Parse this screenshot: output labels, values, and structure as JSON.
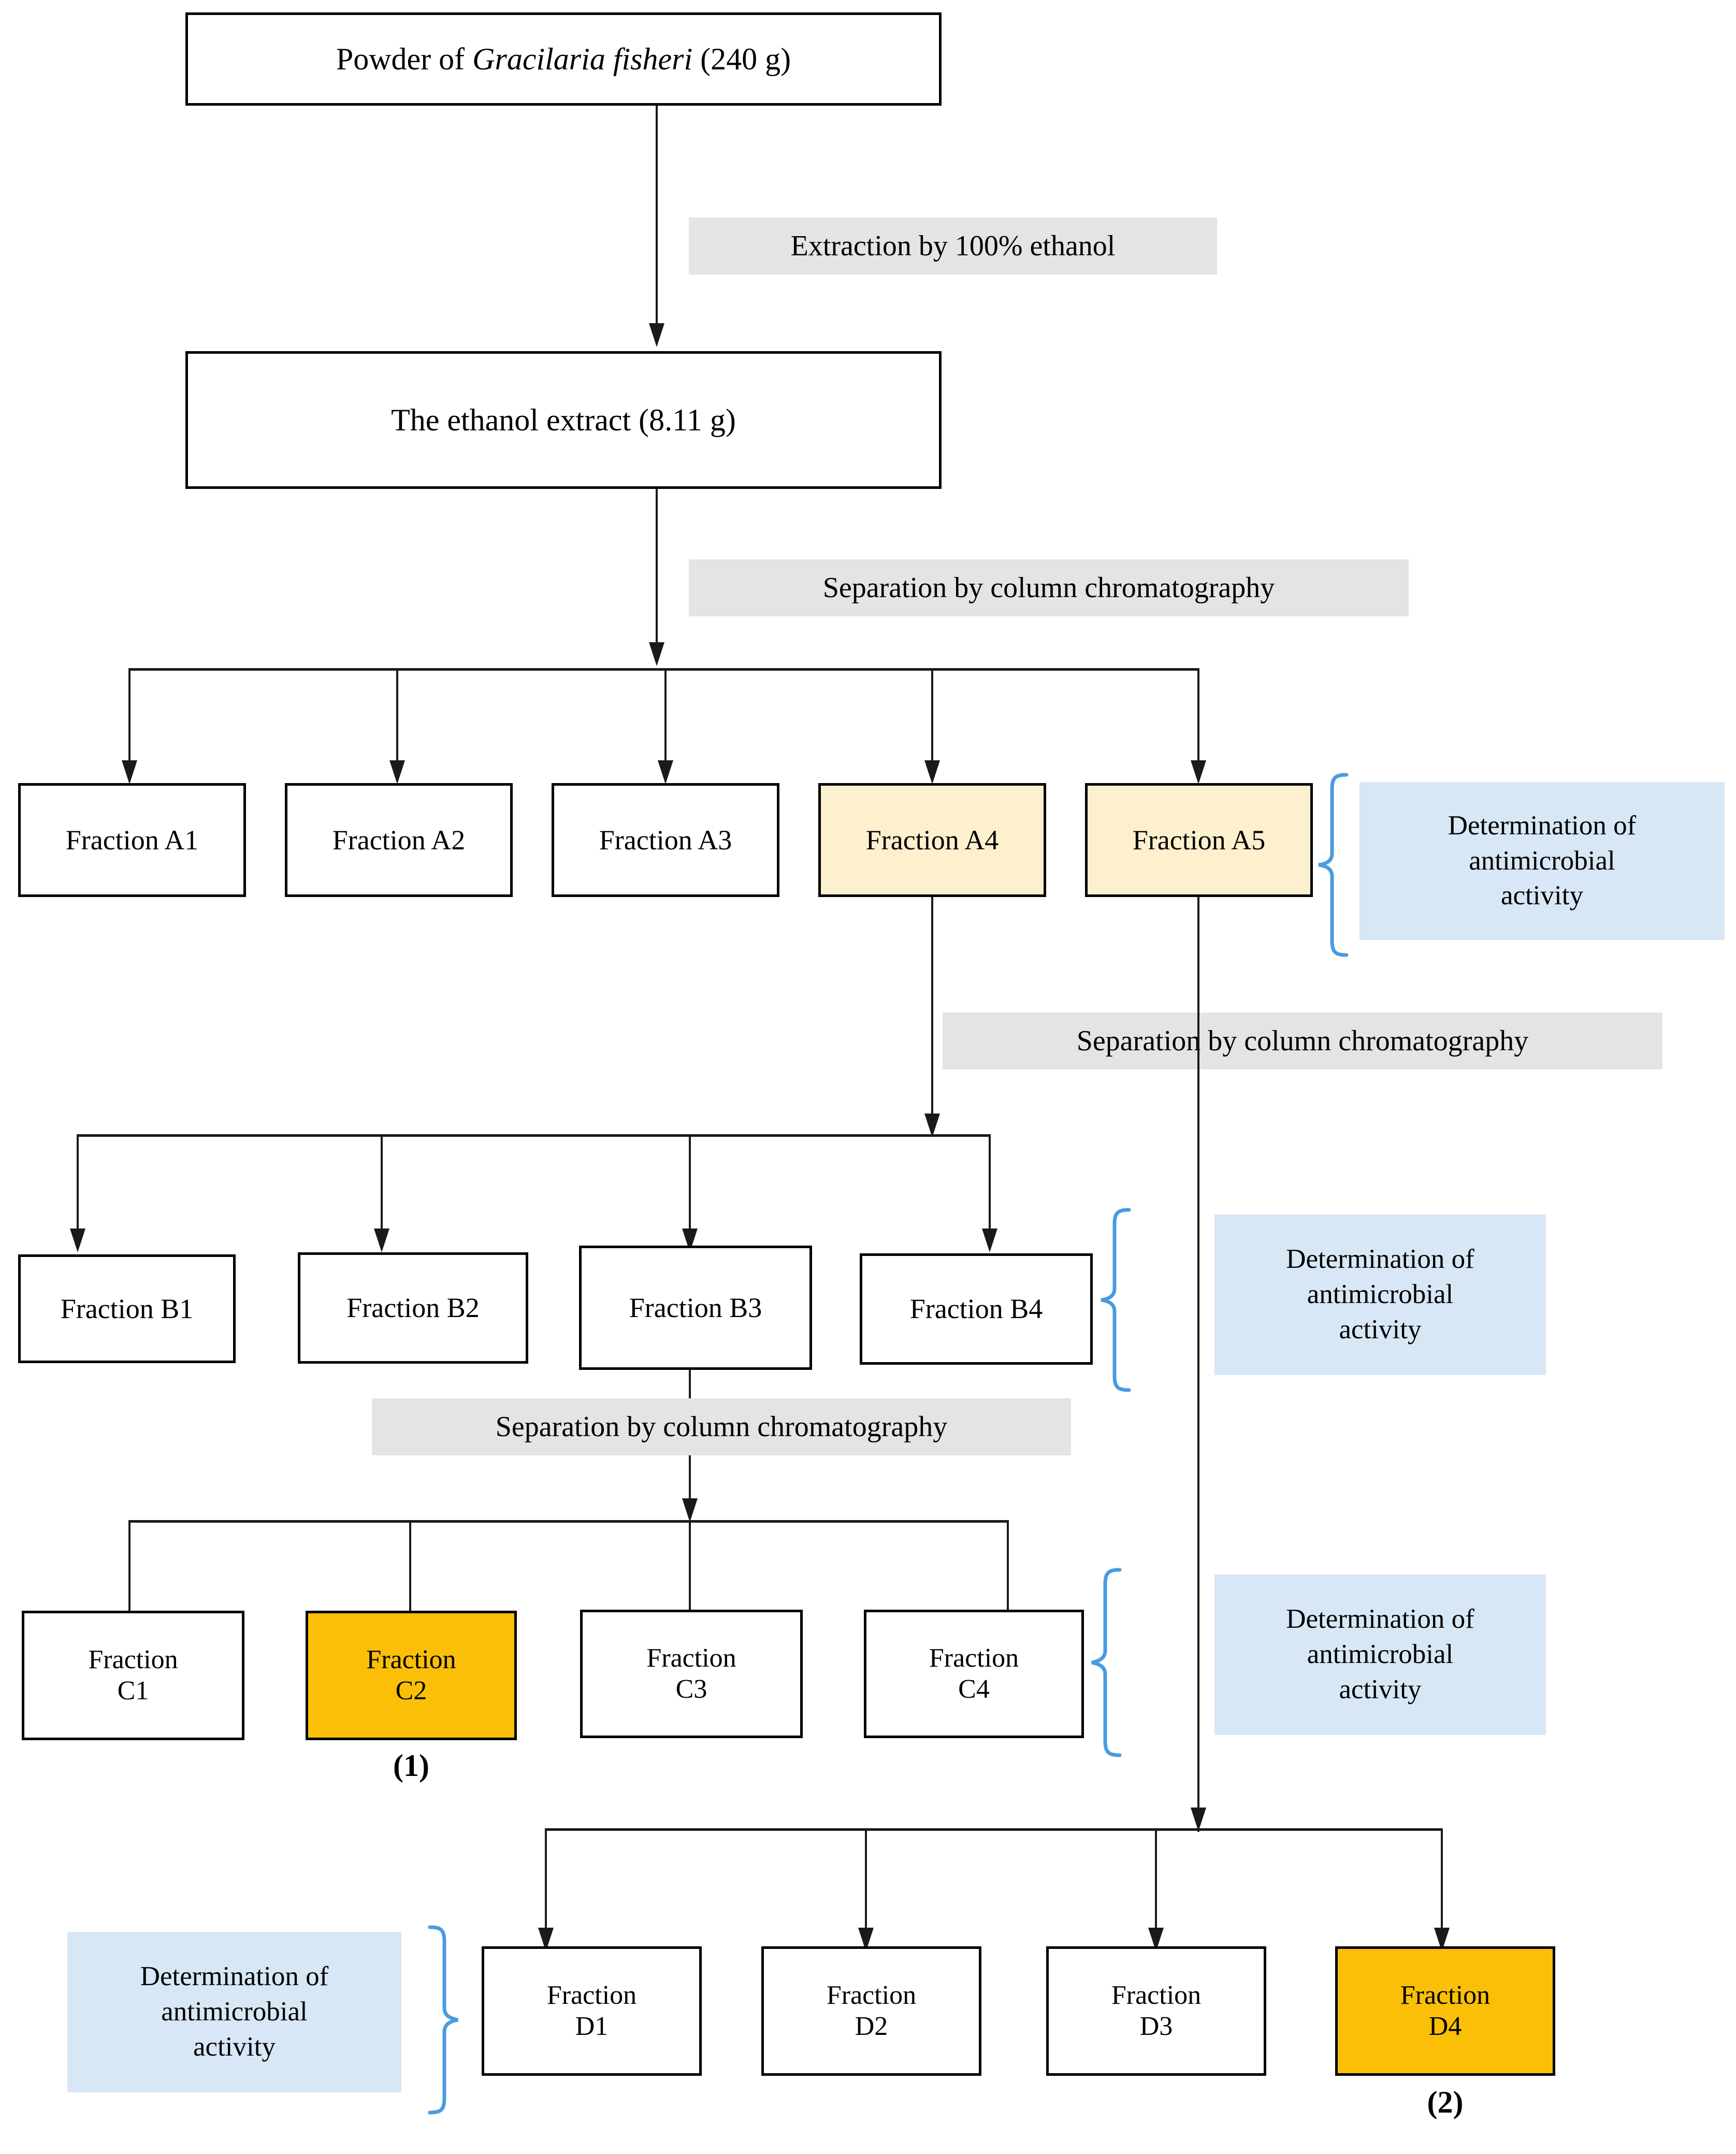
{
  "diagram": {
    "title_node": {
      "text_prefix": "Powder of ",
      "text_italic": "Gracilaria fisheri",
      "text_suffix": " (240 g)"
    },
    "extract_node": {
      "label": "The ethanol extract (8.11 g)"
    },
    "process_labels": {
      "extraction": "Extraction by 100% ethanol",
      "separation_a": "Separation by column chromatography",
      "separation_b": "Separation by column chromatography",
      "separation_c": "Separation by column chromatography"
    },
    "determination_label": "Determination of\nantimicrobial\nactivity",
    "fractions_a": [
      {
        "label": "Fraction A1",
        "fill": "white"
      },
      {
        "label": "Fraction A2",
        "fill": "white"
      },
      {
        "label": "Fraction A3",
        "fill": "white"
      },
      {
        "label": "Fraction A4",
        "fill": "cream"
      },
      {
        "label": "Fraction A5",
        "fill": "cream"
      }
    ],
    "fractions_b": [
      {
        "label": "Fraction B1",
        "fill": "white"
      },
      {
        "label": "Fraction B2",
        "fill": "white"
      },
      {
        "label": "Fraction B3",
        "fill": "white"
      },
      {
        "label": "Fraction B4",
        "fill": "white"
      }
    ],
    "fractions_c": [
      {
        "label": "Fraction\nC1",
        "fill": "white"
      },
      {
        "label": "Fraction\nC2",
        "fill": "orange"
      },
      {
        "label": "Fraction\nC3",
        "fill": "white"
      },
      {
        "label": "Fraction\nC4",
        "fill": "white"
      }
    ],
    "fractions_d": [
      {
        "label": "Fraction\nD1",
        "fill": "white"
      },
      {
        "label": "Fraction\nD2",
        "fill": "white"
      },
      {
        "label": "Fraction\nD3",
        "fill": "white"
      },
      {
        "label": "Fraction\nD4",
        "fill": "orange"
      }
    ],
    "compound_captions": {
      "compound_1": "(1)",
      "compound_2": "(2)"
    },
    "colors": {
      "cream": "#FDF0CF",
      "orange": "#FBBF07",
      "process_grey": "#E4E4E4",
      "determination_blue": "#D8E7F5",
      "brace_blue": "#4A9BE0",
      "stroke": "#000000"
    }
  }
}
